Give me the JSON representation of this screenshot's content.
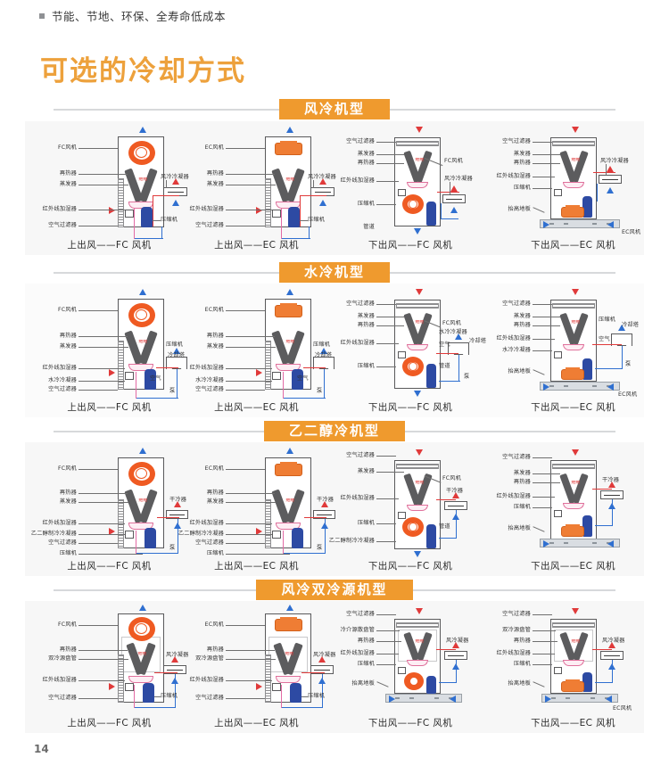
{
  "header": {
    "bullet_text": "节能、节地、环保、全寿命低成本",
    "title": "可选的冷却方式"
  },
  "page_number": "14",
  "colors": {
    "accent_orange": "#ef9a2e",
    "title_orange": "#eda13c",
    "hot_pipe_red": "#e03a3a",
    "cold_pipe_blue": "#2f6fd0",
    "fan_orange": "#ef5a22",
    "compressor_blue": "#2d4aa3",
    "band_rule_gray": "#d7d9db",
    "row_bg": "#f7f7f7"
  },
  "common_labels": {
    "fc_fan": "FC风机",
    "ec_fan": "EC风机",
    "reheater": "再热器",
    "evaporator": "蒸发器",
    "ir_humidifier": "红外线加湿器",
    "air_filter": "空气过滤器",
    "compressor": "压缩机",
    "raised_floor": "抬高地板",
    "duct": "管道",
    "air": "空气",
    "pump": "泵",
    "cooling_tower": "冷却塔",
    "dry_cooler": "干冷器",
    "air_cooled_condenser": "风冷冷凝器",
    "water_cooled_condenser": "水冷冷凝器",
    "glycol_condenser": "乙二醇制冷冷凝器",
    "dual_source_coil": "双冷源盘管"
  },
  "sections": [
    {
      "id": "air-cooled",
      "band_label": "风冷机型",
      "cells": [
        {
          "id": "ac-top-fc",
          "caption": "上出风——FC 风机",
          "fan_type": "FC",
          "discharge": "top",
          "labels_left": [
            "FC风机",
            "再热器",
            "蒸发器",
            "红外线加湿器",
            "空气过滤器"
          ],
          "labels_right": [
            "风冷冷凝器",
            "压缩机"
          ]
        },
        {
          "id": "ac-top-ec",
          "caption": "上出风——EC 风机",
          "fan_type": "EC",
          "discharge": "top",
          "labels_left": [
            "EC风机",
            "再热器",
            "蒸发器",
            "红外线加湿器",
            "空气过滤器"
          ],
          "labels_right": [
            "风冷冷凝器",
            "压缩机"
          ]
        },
        {
          "id": "ac-bot-fc",
          "caption": "下出风——FC 风机",
          "fan_type": "FC",
          "discharge": "bottom",
          "labels_left": [
            "空气过滤器",
            "蒸发器",
            "再热器",
            "红外线加湿器",
            "压缩机",
            "管道"
          ],
          "labels_right": [
            "FC风机",
            "风冷冷凝器"
          ]
        },
        {
          "id": "ac-bot-ec",
          "caption": "下出风——EC 风机",
          "fan_type": "EC",
          "discharge": "bottom",
          "labels_left": [
            "空气过滤器",
            "蒸发器",
            "再热器",
            "红外线加湿器",
            "压缩机",
            "抬高地板"
          ],
          "labels_right": [
            "风冷冷凝器",
            "EC风机"
          ]
        }
      ]
    },
    {
      "id": "water-cooled",
      "band_label": "水冷机型",
      "cells": [
        {
          "id": "wc-top-fc",
          "caption": "上出风——FC 风机",
          "fan_type": "FC",
          "discharge": "top",
          "labels_left": [
            "FC风机",
            "再热器",
            "蒸发器",
            "红外线加湿器",
            "水冷冷凝器",
            "空气过滤器"
          ],
          "labels_right": [
            "压缩机",
            "冷却塔",
            "空气",
            "泵"
          ]
        },
        {
          "id": "wc-top-ec",
          "caption": "上出风——EC 风机",
          "fan_type": "EC",
          "discharge": "top",
          "labels_left": [
            "EC风机",
            "再热器",
            "蒸发器",
            "红外线加湿器",
            "水冷冷凝器",
            "空气过滤器"
          ],
          "labels_right": [
            "压缩机",
            "冷却塔",
            "空气",
            "泵"
          ]
        },
        {
          "id": "wc-bot-fc",
          "caption": "下出风——FC 风机",
          "fan_type": "FC",
          "discharge": "bottom",
          "labels_left": [
            "空气过滤器",
            "蒸发器",
            "再热器",
            "红外线加湿器",
            "压缩机"
          ],
          "labels_right": [
            "FC风机",
            "水冷冷凝器",
            "冷却塔",
            "空气",
            "管道",
            "泵"
          ]
        },
        {
          "id": "wc-bot-ec",
          "caption": "下出风——EC 风机",
          "fan_type": "EC",
          "discharge": "bottom",
          "labels_left": [
            "空气过滤器",
            "蒸发器",
            "再热器",
            "红外线加湿器",
            "水冷冷凝器",
            "抬高地板"
          ],
          "labels_right": [
            "压缩机",
            "冷却塔",
            "空气",
            "泵",
            "EC风机"
          ]
        }
      ]
    },
    {
      "id": "glycol-cooled",
      "band_label": "乙二醇冷机型",
      "cells": [
        {
          "id": "gc-top-fc",
          "caption": "上出风——FC 风机",
          "fan_type": "FC",
          "discharge": "top",
          "labels_left": [
            "FC风机",
            "再热器",
            "蒸发器",
            "红外线加湿器",
            "乙二醇制冷冷凝器",
            "空气过滤器",
            "压缩机"
          ],
          "labels_right": [
            "干冷器",
            "泵"
          ]
        },
        {
          "id": "gc-top-ec",
          "caption": "上出风——EC 风机",
          "fan_type": "EC",
          "discharge": "top",
          "labels_left": [
            "EC风机",
            "再热器",
            "蒸发器",
            "红外线加湿器",
            "乙二醇制冷冷凝器",
            "空气过滤器",
            "压缩机"
          ],
          "labels_right": [
            "干冷器",
            "泵"
          ]
        },
        {
          "id": "gc-bot-fc",
          "caption": "下出风——FC 风机",
          "fan_type": "FC",
          "discharge": "bottom",
          "labels_left": [
            "空气过滤器",
            "蒸发器",
            "红外线加湿器",
            "压缩机",
            "乙二醇制冷冷凝器"
          ],
          "labels_right": [
            "FC风机",
            "干冷器",
            "管道"
          ]
        },
        {
          "id": "gc-bot-ec",
          "caption": "下出风——EC 风机",
          "fan_type": "EC",
          "discharge": "bottom",
          "labels_left": [
            "空气过滤器",
            "蒸发器",
            "再热器",
            "红外线加湿器",
            "压缩机",
            "抬高地板"
          ],
          "labels_right": [
            "干冷器"
          ]
        }
      ]
    },
    {
      "id": "air-cooled-dual",
      "band_label": "风冷双冷源机型",
      "cells": [
        {
          "id": "ad-top-fc",
          "caption": "上出风——FC 风机",
          "fan_type": "FC",
          "discharge": "top",
          "labels_left": [
            "FC风机",
            "再热器",
            "双冷源盘管",
            "红外线加湿器",
            "空气过滤器"
          ],
          "labels_right": [
            "风冷凝器",
            "压缩机"
          ]
        },
        {
          "id": "ad-top-ec",
          "caption": "上出风——EC 风机",
          "fan_type": "EC",
          "discharge": "top",
          "labels_left": [
            "EC风机",
            "再热器",
            "双冷源盘管",
            "红外线加湿器",
            "空气过滤器"
          ],
          "labels_right": [
            "风冷凝器",
            "压缩机"
          ]
        },
        {
          "id": "ad-bot-fc",
          "caption": "下出风——FC 风机",
          "fan_type": "FC",
          "discharge": "bottom",
          "labels_left": [
            "空气过滤器",
            "冷介源散盘管",
            "再热器",
            "红外线加湿器",
            "压缩机",
            "抬离地板"
          ],
          "labels_right": [
            "风冷凝器"
          ]
        },
        {
          "id": "ad-bot-ec",
          "caption": "下出风——EC 风机",
          "fan_type": "EC",
          "discharge": "bottom",
          "labels_left": [
            "空气过滤器",
            "双冷源盘管",
            "再热器",
            "红外线加湿器",
            "压缩机",
            "抬离地板"
          ],
          "labels_right": [
            "风冷凝器",
            "EC风机"
          ]
        }
      ]
    }
  ]
}
